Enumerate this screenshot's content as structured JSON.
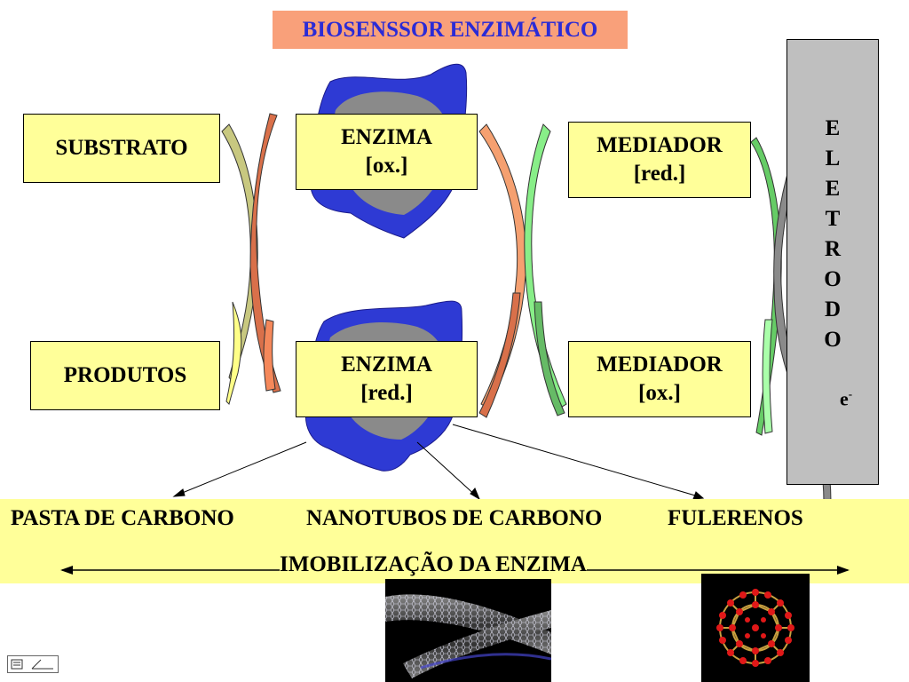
{
  "title": "BIOSENSSOR ENZIMÁTICO",
  "boxes": {
    "substrato": "SUBSTRATO",
    "produtos": "PRODUTOS",
    "enzima_ox": {
      "line1": "ENZIMA",
      "line2": "[ox.]"
    },
    "enzima_red": {
      "line1": "ENZIMA",
      "line2": "[red.]"
    },
    "mediador_red": {
      "line1": "MEDIADOR",
      "line2": "[red.]"
    },
    "mediador_ox": {
      "line1": "MEDIADOR",
      "line2": "[ox.]"
    }
  },
  "electrode": {
    "letters": [
      "E",
      "L",
      "E",
      "T",
      "R",
      "O",
      "D",
      "O"
    ],
    "electron": "e",
    "electron_sup": "-"
  },
  "immobilization": {
    "methods": [
      "PASTA DE CARBONO",
      "NANOTUBOS DE CARBONO",
      "FULERENOS"
    ],
    "label": "IMOBILIZAÇÃO DA ENZIMA"
  },
  "colors": {
    "title_bg": "#f9a07a",
    "title_text": "#2b2bd6",
    "box_fill": "#ffff99",
    "electrode": "#bfbfbf",
    "enzyme_blue": "#2e3ad4",
    "enzyme_grey": "#8a8a8a"
  }
}
